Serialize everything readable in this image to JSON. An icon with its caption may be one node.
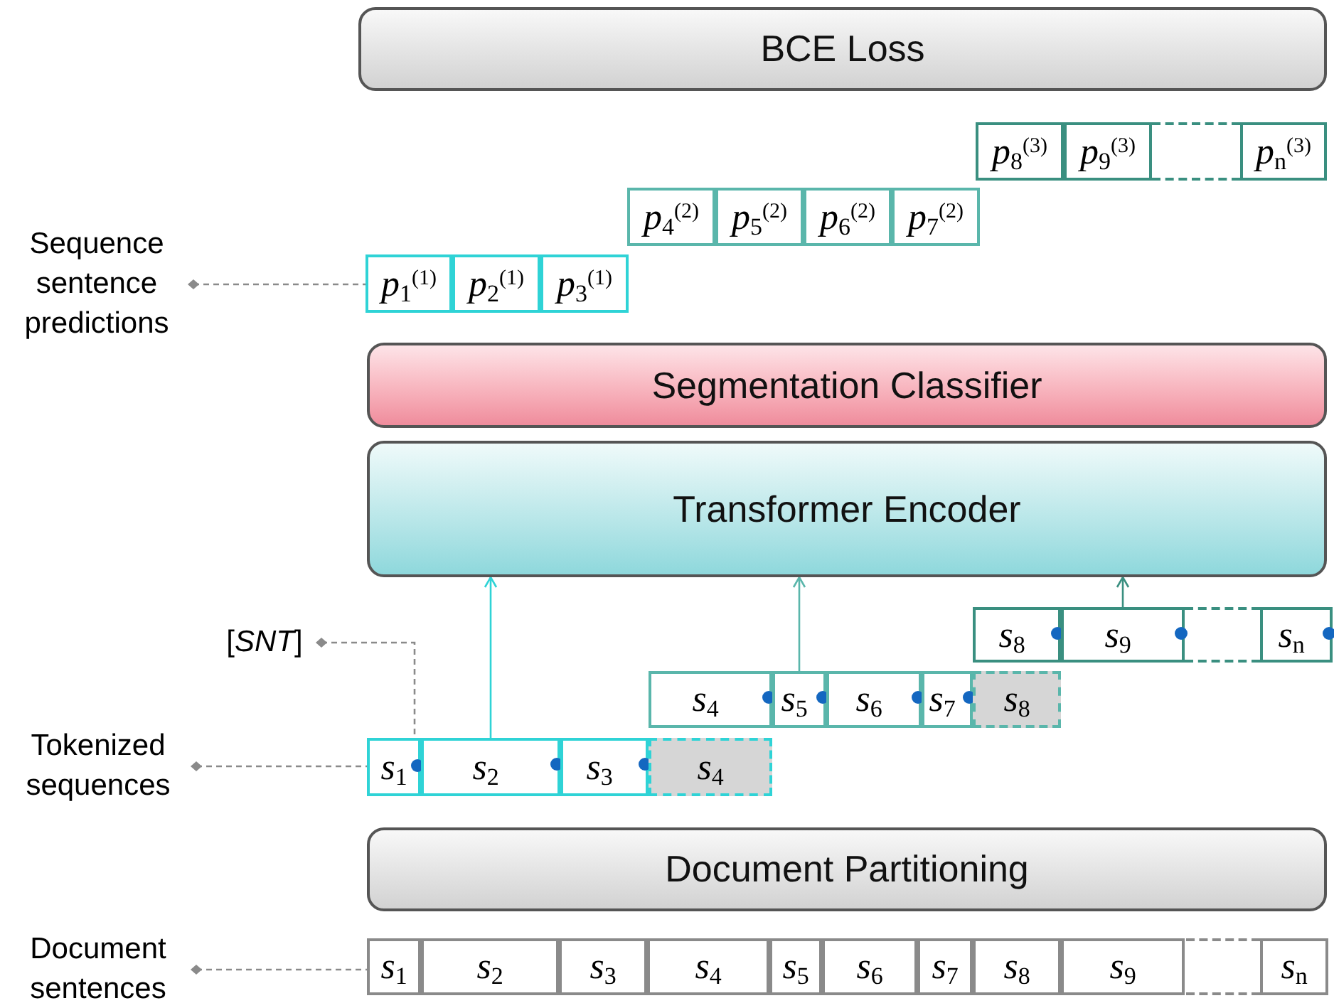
{
  "diagram": {
    "nodes": [
      {
        "text": [
          "BCE Loss"
        ]
      },
      {
        "text": [
          "*p*$_{8}$$^{(3)}$"
        ]
      },
      {
        "text": [
          "*p*$_{9}$$^{(3)}$"
        ]
      },
      {
        "text": [
          "*p*$_{n}$$^{(3)}$"
        ]
      },
      {
        "text": [
          "*p*$_{4}$$^{(2)}$"
        ]
      },
      {
        "text": [
          "*p*$_{5}$$^{(2)}$"
        ]
      },
      {
        "text": [
          "*p*$_{6}$$^{(2)}$"
        ]
      },
      {
        "text": [
          "*p*$_{7}$$^{(2)}$"
        ]
      },
      {
        "text": [
          "Sequence sentence predictions"
        ]
      },
      {
        "text": [
          "*p*$_{1}$$^{(1)}$"
        ]
      },
      {
        "text": [
          "*p*$_{2}$$^{(1)}$"
        ]
      },
      {
        "text": [
          "*p*$_{3}$$^{(1)}$"
        ]
      },
      {
        "text": [
          "Segmentation Classifier"
        ]
      },
      {
        "text": [
          "Transformer Encoder"
        ]
      },
      {
        "text": [
          "[*SNT*]"
        ]
      },
      {
        "text": [
          "*s*$_{8}$"
        ]
      },
      {
        "text": [
          "*s*$_{9}$"
        ]
      },
      {
        "text": [
          "*s*$_{n}$"
        ]
      },
      {
        "text": [
          "*s*$_{4}$"
        ]
      },
      {
        "text": [
          "*s*$_{5}$"
        ]
      },
      {
        "text": [
          "*s*$_{6}$"
        ]
      },
      {
        "text": [
          "*s*$_{7}$"
        ]
      },
      {
        "text": [
          "*s*$_{8}$"
        ]
      },
      {
        "text": [
          "Tokenized sequences"
        ]
      },
      {
        "text": [
          "*s*$_{1}$"
        ]
      },
      {
        "text": [
          "*s*$_{2}$"
        ]
      },
      {
        "text": [
          "*s*$_{3}$"
        ]
      },
      {
        "text": [
          "*s*$_{4}$"
        ]
      },
      {
        "text": [],
        "shape": "circle",
        "in": 24
      },
      {
        "text": [
          "Document Partitioning"
        ]
      },
      {
        "text": [
          "Document sentences"
        ]
      },
      {
        "text": [
          "*s*$_{1}$"
        ]
      },
      {
        "text": [
          "*s*$_{2}$"
        ]
      },
      {
        "text": [
          "*s*$_{3}$"
        ]
      },
      {
        "text": [
          "*s*$_{4}$"
        ]
      },
      {
        "text": [
          "*s*$_{5}$"
        ]
      },
      {
        "text": [
          "*s*$_{6}$"
        ]
      },
      {
        "text": [
          "*s*$_{7}$"
        ]
      },
      {
        "text": [
          "*s*$_{8}$"
        ]
      },
      {
        "text": [
          "*s*$_{9}$"
        ]
      },
      {
        "text": [
          "*s*$_{n}$"
        ]
      },
      {
        "text": [],
        "shape": "box"
      },
      {
        "text": [],
        "shape": "box"
      },
      {
        "text": [],
        "shape": "box"
      }
    ],
    "edges": [
      {
        "from": 8,
        "to": 9,
        "arrow": "other",
        "style": "dashed"
      },
      {
        "from": 14,
        "to": 28,
        "arrow": "other",
        "style": "dashed"
      },
      {
        "from": 23,
        "to": 24,
        "arrow": "other",
        "style": "dashed"
      },
      {
        "from": 30,
        "to": 31,
        "arrow": "other",
        "style": "dashed"
      },
      {
        "from": 25,
        "to": 13,
        "arrow": "to",
        "color": "#2fd3d6"
      },
      {
        "from": 19,
        "to": 13,
        "arrow": "to",
        "color": "#5ab6ab"
      },
      {
        "from": 16,
        "to": 13,
        "arrow": "to",
        "color": "#3a8f80"
      }
    ]
  }
}
